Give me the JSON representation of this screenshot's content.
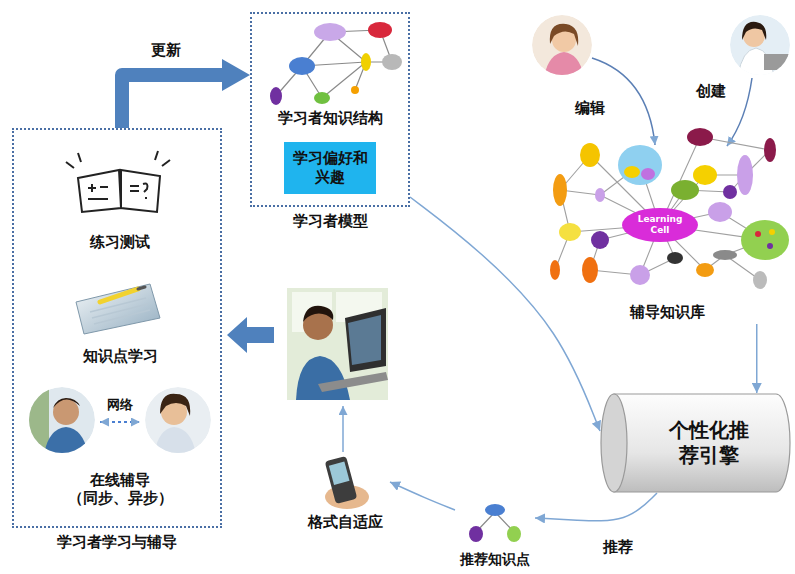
{
  "diagram": {
    "nodes": [
      {
        "text": [
          "学习者学习与辅导"
        ]
      },
      {
        "text": [
          "练习测试"
        ],
        "in": 0
      },
      {
        "text": [
          "知识点学习"
        ],
        "in": 0
      },
      {
        "text": [
          "在线辅导 （同步、异步）"
        ],
        "in": 0
      },
      {
        "text": [
          "学习者模型"
        ]
      },
      {
        "text": [
          "学习者知识结构"
        ],
        "in": 4
      },
      {
        "text": [
          "学习偏好和 兴趣"
        ],
        "in": 4
      },
      {
        "text": [
          "辅导知识库"
        ]
      },
      {
        "text": [
          "Learning Cell"
        ],
        "in": 7
      },
      {
        "text": [
          "个性化推 荐引擎"
        ]
      },
      {
        "text": [
          "推荐知识点"
        ]
      },
      {
        "text": [
          "格式自适应"
        ]
      }
    ],
    "edges": [
      {
        "from": 0,
        "to": 4,
        "label": "更新",
        "arrow": "to"
      },
      {
        "from": 4,
        "to": 9,
        "arrow": "to"
      },
      {
        "from": 7,
        "to": 9,
        "arrow": "to"
      },
      {
        "from": 9,
        "to": 10,
        "label": "推荐",
        "arrow": "to"
      },
      {
        "from": 10,
        "to": 11,
        "arrow": "to"
      }
    ],
    "labels": [
      "网络",
      "编辑",
      "创建"
    ]
  }
}
